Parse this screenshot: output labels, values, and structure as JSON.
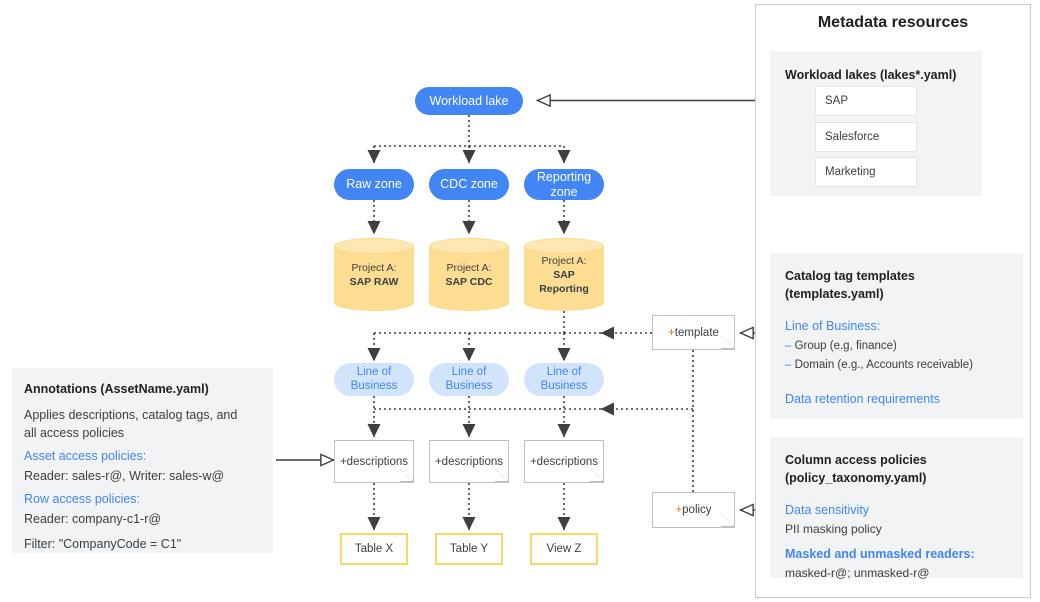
{
  "diagram": {
    "flow": {
      "root": {
        "label": "Workload lake"
      },
      "zones": [
        {
          "label": "Raw zone"
        },
        {
          "label": "CDC zone"
        },
        {
          "label": "Reporting zone"
        }
      ],
      "projects": [
        {
          "line1": "Project A:",
          "line2": "SAP RAW"
        },
        {
          "line1": "Project A:",
          "line2": "SAP CDC"
        },
        {
          "line1": "Project A:",
          "line2": "SAP",
          "line3": "Reporting"
        }
      ],
      "line_of_business": [
        {
          "line1": "Line of",
          "line2": "Business"
        },
        {
          "line1": "Line of",
          "line2": "Business"
        },
        {
          "line1": "Line of",
          "line2": "Business"
        }
      ],
      "descriptions": [
        {
          "label": "+descriptions"
        },
        {
          "label": "+descriptions"
        },
        {
          "label": "+descriptions"
        }
      ],
      "assets": [
        {
          "label": "Table X"
        },
        {
          "label": "Table Y"
        },
        {
          "label": "View Z"
        }
      ],
      "template_note": {
        "plus": "+",
        "label": " template"
      },
      "policy_note": {
        "plus": "+",
        "label": "policy"
      }
    },
    "annotations": {
      "title": "Annotations (AssetName.yaml)",
      "description_line1": "Applies descriptions, catalog tags, and",
      "description_line2": "all access policies",
      "asset_access_heading": "Asset access policies:",
      "asset_access_value": "Reader: sales-r@, Writer: sales-w@",
      "row_access_heading": "Row access policies:",
      "row_access_value": "Reader: company-c1-r@",
      "filter_value": "Filter: \"CompanyCode = C1\""
    },
    "metadata_panel": {
      "title": "Metadata resources",
      "workload_lakes": {
        "title": "Workload lakes (lakes*.yaml)",
        "items": [
          {
            "label": "SAP"
          },
          {
            "label": "Salesforce"
          },
          {
            "label": "Marketing"
          }
        ]
      },
      "catalog_tag_templates": {
        "title_line1": "Catalog tag templates",
        "title_line2": "(templates.yaml)",
        "lob_heading": "Line of Business:",
        "lob_items": [
          {
            "dash": "–",
            "label": " Group (e.g, finance)"
          },
          {
            "dash": "–",
            "label": " Domain (e.g., Accounts receivable)"
          }
        ],
        "retention_heading": "Data retention requirements"
      },
      "column_access_policies": {
        "title_line1": "Column access policies",
        "title_line2": "(policy_taxonomy.yaml)",
        "sensitivity_heading": "Data sensitivity",
        "sensitivity_value": "PII masking policy",
        "readers_heading": "Masked and unmasked readers:",
        "readers_value": "masked-r@; unmasked-r@"
      }
    },
    "colors": {
      "accent_blue": "#4285f4",
      "light_blue": "#d2e3fc",
      "cylinder_yellow": "#fcdd92",
      "asset_border_yellow": "#fcd669",
      "panel_gray": "#f1f3f4"
    }
  }
}
